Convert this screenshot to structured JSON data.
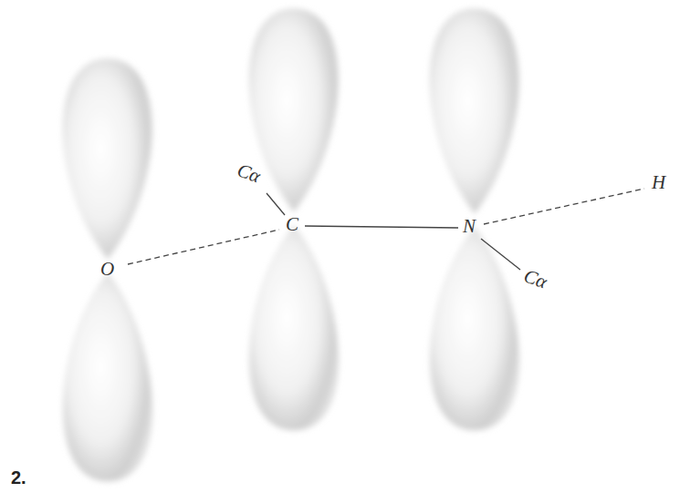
{
  "diagram": {
    "labels": [
      "Cα",
      "C",
      "N",
      "H",
      "O",
      "Cα",
      "2."
    ]
  }
}
